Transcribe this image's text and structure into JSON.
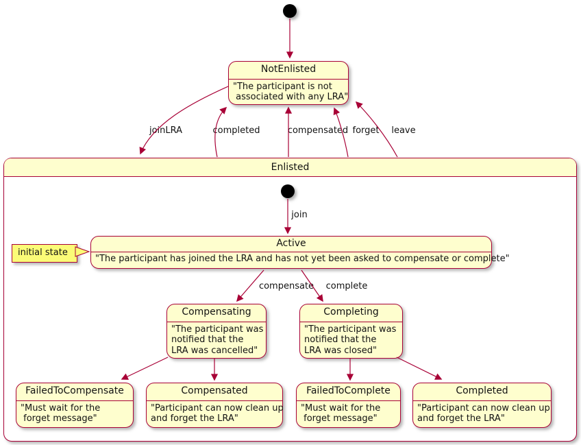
{
  "colors": {
    "state_fill": "#FEFECE",
    "state_border": "#A80036",
    "arrow": "#A80036",
    "note_fill": "#FBFB77",
    "start_dot": "#000000",
    "background": "#FFFFFF"
  },
  "states": {
    "not_enlisted": {
      "title": "NotEnlisted",
      "body": "\"The participant is not\n associated with any LRA\""
    },
    "enlisted": {
      "title": "Enlisted"
    },
    "active": {
      "title": "Active",
      "body": "\"The participant has joined the LRA and has not yet been asked to compensate or complete\""
    },
    "compensating": {
      "title": "Compensating",
      "body": "\"The participant was\nnotified that the\nLRA was cancelled\""
    },
    "completing": {
      "title": "Completing",
      "body": "\"The participant was\nnotified that the\nLRA was closed\""
    },
    "failed_to_compensate": {
      "title": "FailedToCompensate",
      "body": "\"Must wait for the\n forget message\""
    },
    "compensated": {
      "title": "Compensated",
      "body": "\"Participant can now clean up\nand forget the LRA\""
    },
    "failed_to_complete": {
      "title": "FailedToComplete",
      "body": "\"Must wait for the\n forget message\""
    },
    "completed_state": {
      "title": "Completed",
      "body": "\"Participant can now clean up\nand forget the LRA\""
    }
  },
  "transitions": {
    "join_lra": "joinLRA",
    "completed": "completed",
    "compensated": "compensated",
    "forget": "forget",
    "leave": "leave",
    "join": "join",
    "compensate": "compensate",
    "complete": "complete"
  },
  "note": {
    "text": "initial state"
  }
}
